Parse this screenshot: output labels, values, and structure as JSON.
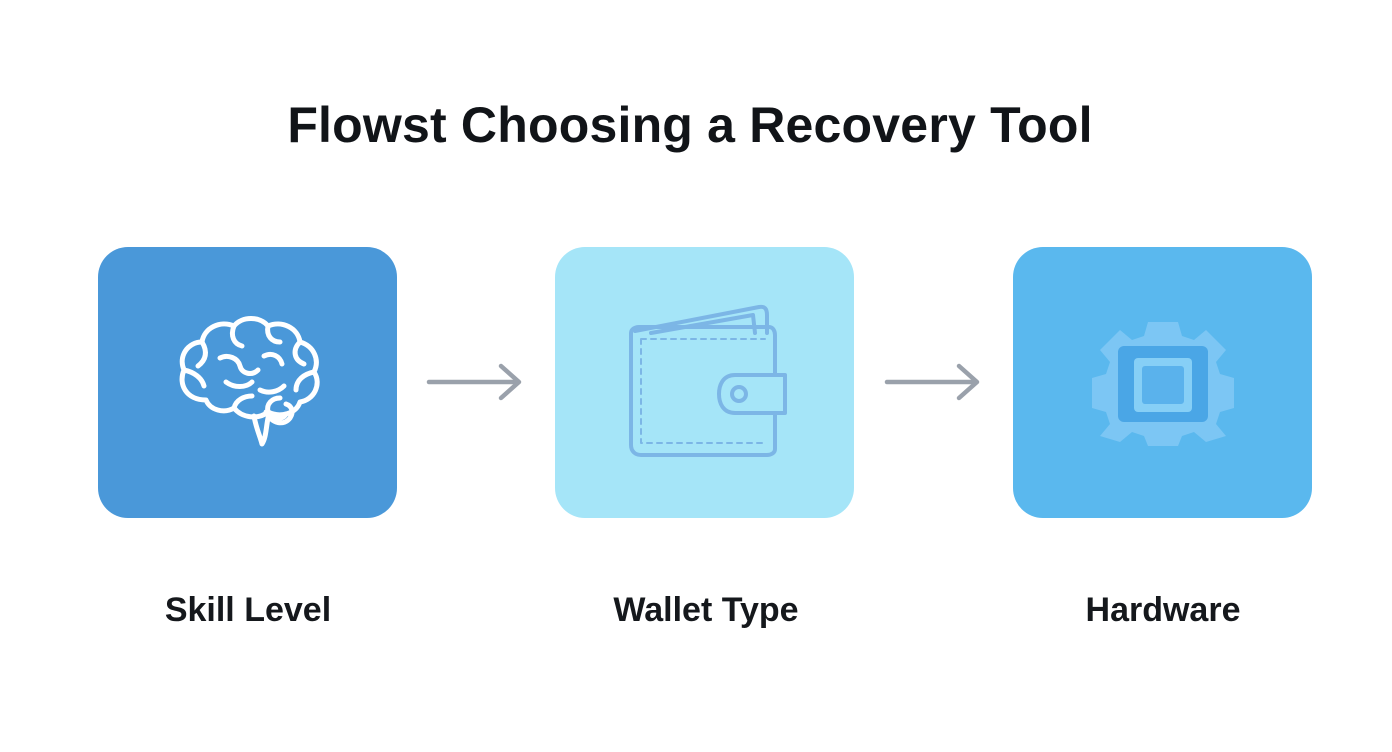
{
  "title": "Flowst Choosing a Recovery Tool",
  "steps": [
    {
      "label": "Skill Level",
      "icon": "brain-icon",
      "color": "#4a98d9"
    },
    {
      "label": "Wallet Type",
      "icon": "wallet-icon",
      "color": "#a5e5f8"
    },
    {
      "label": "Hardware",
      "icon": "chip-icon",
      "color": "#5ab8ee"
    }
  ],
  "arrow_color": "#9aa1ab",
  "text_color": "#111418"
}
